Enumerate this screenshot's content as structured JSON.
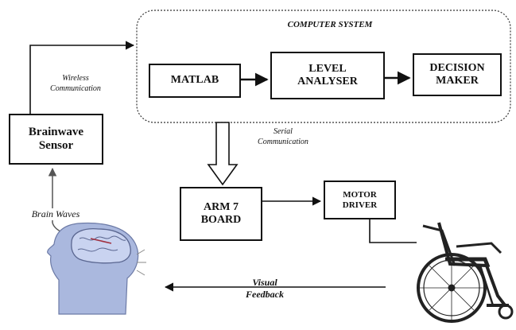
{
  "computer_system": {
    "title": "COMPUTER SYSTEM",
    "matlab": "MATLAB",
    "level_analyser": [
      "LEVEL",
      "ANALYSER"
    ],
    "decision_maker": [
      "DECISION",
      "MAKER"
    ]
  },
  "brainwave_sensor": [
    "Brainwave",
    "Sensor"
  ],
  "arm_board": [
    "ARM 7",
    "BOARD"
  ],
  "motor_driver": [
    "MOTOR",
    "DRIVER"
  ],
  "labels": {
    "wireless": [
      "Wireless",
      "Communication"
    ],
    "serial": [
      "Serial",
      "Communication"
    ],
    "brain_waves": "Brain Waves",
    "visual_feedback": [
      "Visual",
      "Feedback"
    ]
  },
  "colors": {
    "line": "#111111",
    "head_fill": "#aab8de",
    "brain_fill": "#c9d3f0",
    "wheel": "#222222"
  },
  "icons": {
    "head": "human-head-brain-icon",
    "wheelchair": "wheelchair-icon"
  }
}
